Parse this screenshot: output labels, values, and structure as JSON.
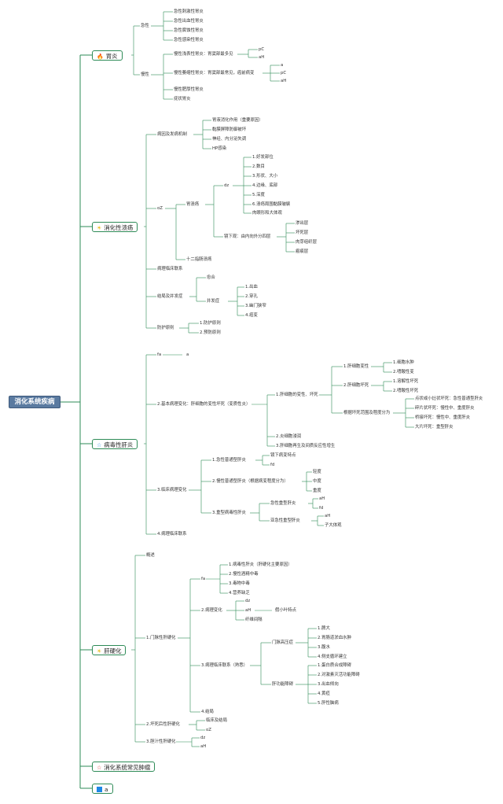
{
  "root": "消化系统疾病",
  "topics": [
    {
      "label": "胃炎",
      "icon": "fire-icon",
      "glyph": "🔥",
      "color": "#e25a2c"
    },
    {
      "label": "消化性溃疡",
      "icon": "sun-icon",
      "glyph": "☀",
      "color": "#e5b400"
    },
    {
      "label": "病毒性肝炎",
      "icon": "star-icon",
      "glyph": "☆",
      "color": "#1e88e5"
    },
    {
      "label": "肝硬化",
      "icon": "sun-icon",
      "glyph": "☀",
      "color": "#e5b400"
    },
    {
      "label": "消化系统常见肿瘤",
      "icon": "star-outline-icon",
      "glyph": "☆",
      "color": "#d32f2f"
    },
    {
      "label": "a",
      "icon": "flag-icon",
      "glyph": "",
      "color": "#1e88e5"
    }
  ],
  "gastritis": {
    "acute": "急性",
    "acute_items": [
      "急性刺激性胃炎",
      "急性出血性胃炎",
      "急性腐蚀性胃炎",
      "急性感染性胃炎"
    ],
    "chronic": "慢性",
    "chronic_items": [
      "慢性浅表性胃炎：胃窦部最多见",
      "慢性萎缩性胃炎：胃窦部最常见，癌前病变",
      "慢性肥厚性胃炎",
      "疣状胃炎"
    ],
    "superficial_sub": [
      "pC",
      "aH"
    ],
    "atrophic_sub": [
      "a",
      "pC",
      "aH"
    ]
  },
  "ulcer": {
    "pathogenesis": "病因及发病机制",
    "pathogenesis_items": [
      "胃液消化作用（重要原因）",
      "黏膜屏障防御被坏",
      "神经、内分泌失调",
      "HP感染"
    ],
    "oz": "oZ",
    "gastric": "胃溃疡",
    "dz": "dz",
    "dz_items": [
      "1.好发部位",
      "2.数目",
      "3.形状、大小",
      "4.边缘、底部",
      "5.深度",
      "6.溃疡周围黏膜皱襞",
      "肉眼形和大体观"
    ],
    "micro": "镜下观：由内向外分四层",
    "layers": [
      "渗出层",
      "坏死层",
      "肉芽组织层",
      "瘢痕层"
    ],
    "duodenal": "十二指肠溃疡",
    "clinical": "病理临床联系",
    "outcome": "结局及并发症",
    "heal": "愈合",
    "complication": "并发症",
    "complications": [
      "1.出血",
      "2.穿孔",
      "3.幽门狭窄",
      "4.癌变"
    ],
    "prevention": "防护原则",
    "prevention_items": [
      "1.防护原则",
      "2.预防原则"
    ]
  },
  "hepatitis": {
    "fa": "fa",
    "fa_a": "a",
    "basic": "2.基本病理变化：肝细胞的变性坏死（变质性炎）",
    "degen": "1.肝细胞的变性、坏死",
    "degen_a": "1.肝细胞变性",
    "degen_a_items": [
      "1.细胞水肿",
      "2.嗜酸性变"
    ],
    "degen_b": "2.肝细胞坏死",
    "degen_b_items": [
      "1.溶解性坏死",
      "2.嗜酸性坏死"
    ],
    "range": "根据坏死范围及程度分为",
    "range_items": [
      "点状或小灶状坏死：急性普通型肝炎",
      "碎片状坏死：慢性中、重度肝炎",
      "桥接坏死：慢性中、重度肝炎",
      "大片坏死：重型肝炎"
    ],
    "infl": "2.炎细胞浸润",
    "regen": "3.肝细胞再生及间质反应性增生",
    "clinical_types": "3.临床病理变化",
    "acute": "1.急性普通型肝炎",
    "acute_items": [
      "镜下病变特点",
      "fd"
    ],
    "chronic": "2.慢性普通型肝炎（根据病变程度分为）",
    "chronic_items": [
      "轻度",
      "中度",
      "重度"
    ],
    "severe": "3.重型病毒性肝炎",
    "severe_acute": "急性重型肝炎",
    "severe_acute_items": [
      "aH",
      "fd"
    ],
    "severe_sub": "亚急性重型肝炎",
    "severe_sub_items": [
      "aH",
      "子大体观"
    ],
    "relation": "4.病理临床联系"
  },
  "cirrhosis": {
    "overview": "概述",
    "portal": "1.门脉性肝硬化",
    "fa": "fa",
    "fa_items": [
      "1.病毒性肝炎（肝硬化主要原因）",
      "2.慢性酒精中毒",
      "3.毒物中毒",
      "4.营养缺乏"
    ],
    "path": "2.病理变化",
    "dz": "dz",
    "aH": "aH",
    "aH_note": "假小叶特点",
    "fiber": "纤维间隔",
    "clinical": "3.病理临床联系（熟悉）",
    "portal_hyp": "门脉高压症",
    "portal_hyp_items": [
      "1.脾大",
      "2.胃肠道淤血水肿",
      "3.腹水",
      "4.侧支循环建立"
    ],
    "liver_fail": "肝功能障碍",
    "liver_fail_items": [
      "1.蛋白质合成障碍",
      "2.对激素灭活功能障碍",
      "3.出血倾向",
      "4.黄疸",
      "5.肝性脑病"
    ],
    "outcome": "4.结局",
    "postnecrotic": "2.坏死后性肝硬化",
    "postnecrotic_items": [
      "临床及结局",
      "oZ"
    ],
    "biliary": "3.胆汁性肝硬化",
    "biliary_items": [
      "dz",
      "aH"
    ]
  },
  "colors": {
    "line": "#2e8b57",
    "root": "#5a7aa0"
  }
}
